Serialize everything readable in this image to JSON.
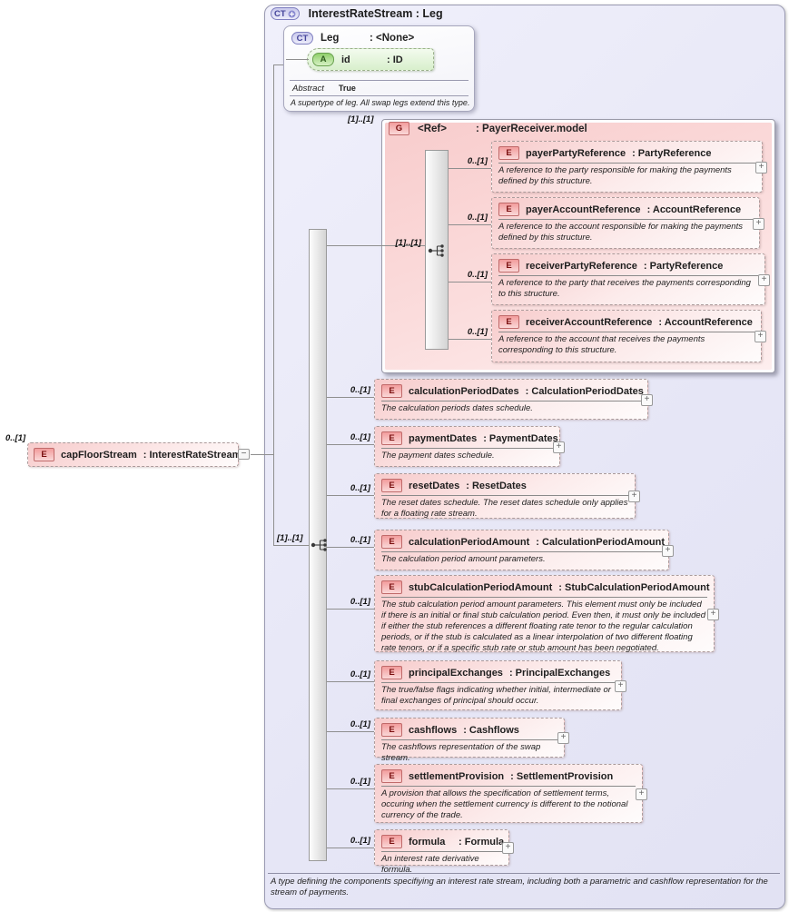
{
  "colors": {
    "container_fill": "#e9e9f8",
    "group_fill": "#f8cccc",
    "element_fill": "#f7cbcb",
    "attribute_fill": "#d8efcc",
    "badge_red_text": "#7a1010",
    "badge_purple_text": "#44449a",
    "badge_green_text": "#2e5c1e",
    "connector": "#8f8f8f"
  },
  "icons": {
    "expand_label": "+",
    "collapse_label": "−"
  },
  "outer": {
    "badge": "CT",
    "title": "InterestRateStream : Leg",
    "annotation": "A type defining the components specifiying an interest rate stream, including both a parametric and cashflow representation for the stream of payments."
  },
  "leg": {
    "badge": "CT",
    "name": "Leg",
    "type": ": <None>",
    "attribute": {
      "badge": "A",
      "name": "id",
      "type": ": ID"
    },
    "abstract_label": "Abstract",
    "abstract_value": "True",
    "annotation": "A supertype of leg. All swap legs extend this type."
  },
  "source": {
    "cardinality": "0..[1]",
    "badge": "E",
    "name": "capFloorStream",
    "type": ": InterestRateStream"
  },
  "sequence": {
    "cardinality": "[1]..[1]"
  },
  "group": {
    "cardinality": "[1]..[1]",
    "badge": "G",
    "name": "<Ref>",
    "type": ": PayerReceiver.model",
    "sequence_cardinality": "[1]..[1]",
    "children": [
      {
        "cardinality": "0..[1]",
        "badge": "E",
        "name": "payerPartyReference",
        "type": ": PartyReference",
        "note": "A reference to the party responsible for making the payments defined by this structure."
      },
      {
        "cardinality": "0..[1]",
        "badge": "E",
        "name": "payerAccountReference",
        "type": ": AccountReference",
        "note": "A reference to the account responsible for making the payments defined by this structure."
      },
      {
        "cardinality": "0..[1]",
        "badge": "E",
        "name": "receiverPartyReference",
        "type": ": PartyReference",
        "note": "A reference to the party that receives the payments corresponding to this structure."
      },
      {
        "cardinality": "0..[1]",
        "badge": "E",
        "name": "receiverAccountReference",
        "type": ": AccountReference",
        "note": "A reference to the account that receives the payments corresponding to this structure."
      }
    ]
  },
  "elements": [
    {
      "cardinality": "0..[1]",
      "badge": "E",
      "name": "calculationPeriodDates",
      "type": ": CalculationPeriodDates",
      "note": "The calculation periods dates schedule."
    },
    {
      "cardinality": "0..[1]",
      "badge": "E",
      "name": "paymentDates",
      "type": ": PaymentDates",
      "note": "The payment dates schedule."
    },
    {
      "cardinality": "0..[1]",
      "badge": "E",
      "name": "resetDates",
      "type": ": ResetDates",
      "note": "The reset dates schedule. The reset dates schedule only applies for a floating rate stream."
    },
    {
      "cardinality": "0..[1]",
      "badge": "E",
      "name": "calculationPeriodAmount",
      "type": ": CalculationPeriodAmount",
      "note": "The calculation period amount parameters."
    },
    {
      "cardinality": "0..[1]",
      "badge": "E",
      "name": "stubCalculationPeriodAmount",
      "type": ": StubCalculationPeriodAmount",
      "note": "The stub calculation period amount parameters. This element must only be included if there is an initial or final stub calculation period. Even then, it must only be included if either the stub references a different floating rate tenor to the regular calculation periods, or if the stub is calculated as a linear interpolation of two different floating rate tenors, or if a specific stub rate or stub amount has been negotiated."
    },
    {
      "cardinality": "0..[1]",
      "badge": "E",
      "name": "principalExchanges",
      "type": ": PrincipalExchanges",
      "note": "The true/false flags indicating whether initial, intermediate or final exchanges of principal should occur."
    },
    {
      "cardinality": "0..[1]",
      "badge": "E",
      "name": "cashflows",
      "type": ": Cashflows",
      "note": "The cashflows representation of the swap stream."
    },
    {
      "cardinality": "0..[1]",
      "badge": "E",
      "name": "settlementProvision",
      "type": ": SettlementProvision",
      "note": "A provision that allows the specification of settlement terms, occuring when the settlement currency is different to the notional currency of the trade."
    },
    {
      "cardinality": "0..[1]",
      "badge": "E",
      "name": "formula",
      "type": ": Formula",
      "note": "An interest rate derivative formula."
    }
  ]
}
